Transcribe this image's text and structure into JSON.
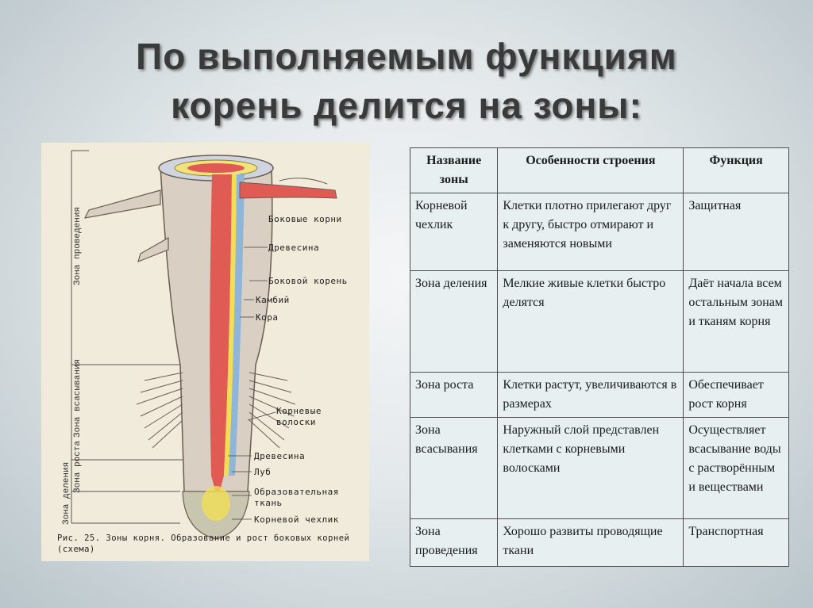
{
  "title": {
    "line1": "По выполняемым функциям",
    "line2": "корень делится на зоны:"
  },
  "figure": {
    "zone_labels": [
      "Зона проведения",
      "Зона всасывания",
      "Зона роста",
      "Зона деления"
    ],
    "callouts": [
      "Боковые корни",
      "Древесина",
      "Боковой корень",
      "Камбий",
      "Кора",
      "Корневые",
      "волоски",
      "Древесина",
      "Луб",
      "Образовательная",
      "ткань",
      "Корневой чехлик"
    ],
    "caption": "Рис. 25. Зоны корня. Образование и рост боковых корней (схема)"
  },
  "table": {
    "headers": [
      "Название зоны",
      "Особенности строения",
      "Функция"
    ],
    "rows": [
      [
        "Корневой чехлик",
        "Клетки плотно прилегают друг к другу, быстро отмирают и заменяются новыми",
        "Защитная"
      ],
      [
        "Зона деления",
        "Мелкие живые клетки быстро делятся",
        "Даёт начала всем остальным зонам и тканям корня"
      ],
      [
        "Зона роста",
        "Клетки растут, увеличиваются в размерах",
        "Обеспечивает рост корня"
      ],
      [
        "Зона всасывания",
        "Наружный слой представлен клетками с корневыми волосками",
        "Осуществляет всасывание воды с растворённым и веществами"
      ],
      [
        "Зона проведения",
        "Хорошо развиты проводящие ткани",
        "Транспортная"
      ]
    ]
  }
}
